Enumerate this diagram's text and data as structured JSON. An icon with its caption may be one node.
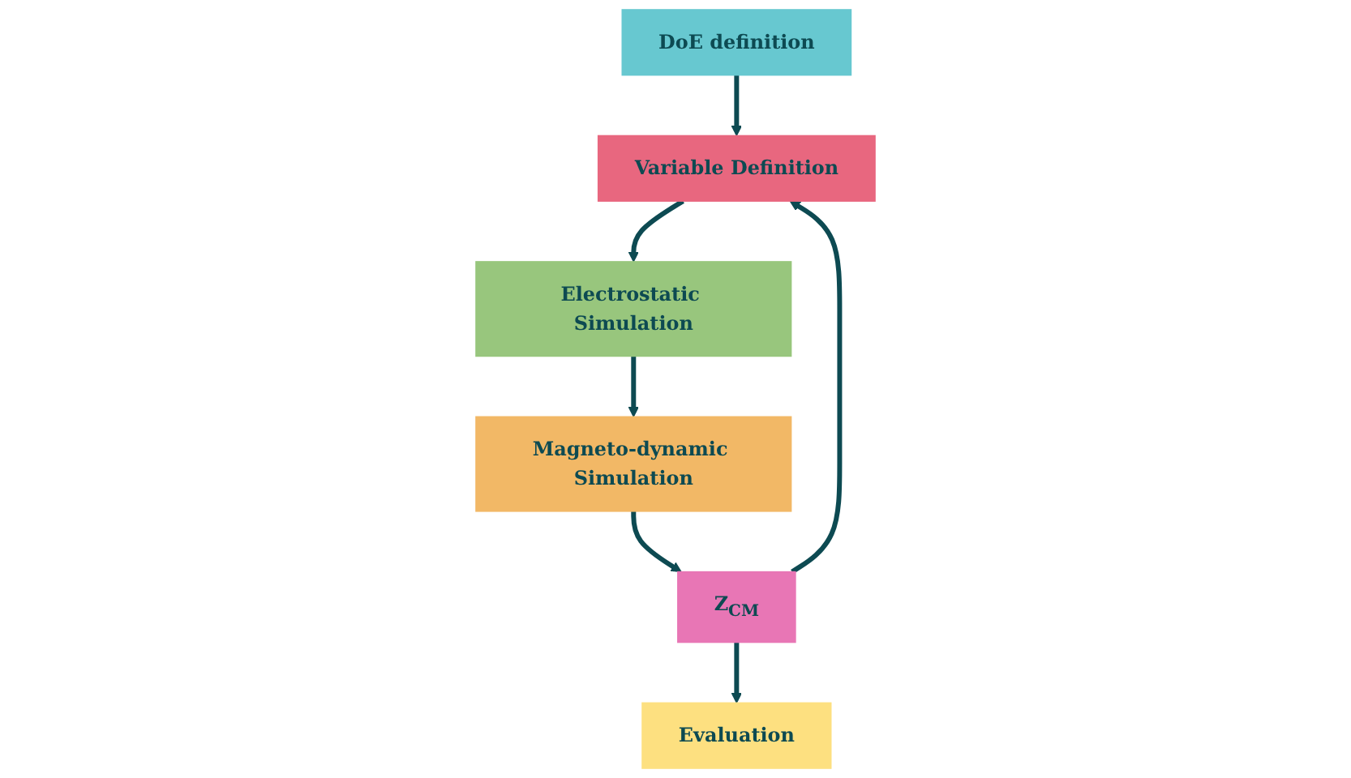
{
  "diagram": {
    "nodes": [
      {
        "text": [
          "DoE definition"
        ]
      },
      {
        "text": [
          "Variable Definition"
        ]
      },
      {
        "text": [
          "Electrostatic Simulation"
        ]
      },
      {
        "text": [
          "Magneto-dynamic Simulation"
        ]
      },
      {
        "text": [
          "Z$_{CM}$"
        ]
      },
      {
        "text": [
          "Evaluation"
        ]
      }
    ],
    "edges": [
      {
        "from": 0,
        "to": 1,
        "arrow": "to"
      },
      {
        "from": 1,
        "to": 2,
        "arrow": "to"
      },
      {
        "from": 2,
        "to": 3,
        "arrow": "to"
      },
      {
        "from": 3,
        "to": 4,
        "arrow": "to"
      },
      {
        "from": 4,
        "to": 1,
        "arrow": "to"
      },
      {
        "from": 4,
        "to": 5,
        "arrow": "to"
      }
    ]
  }
}
